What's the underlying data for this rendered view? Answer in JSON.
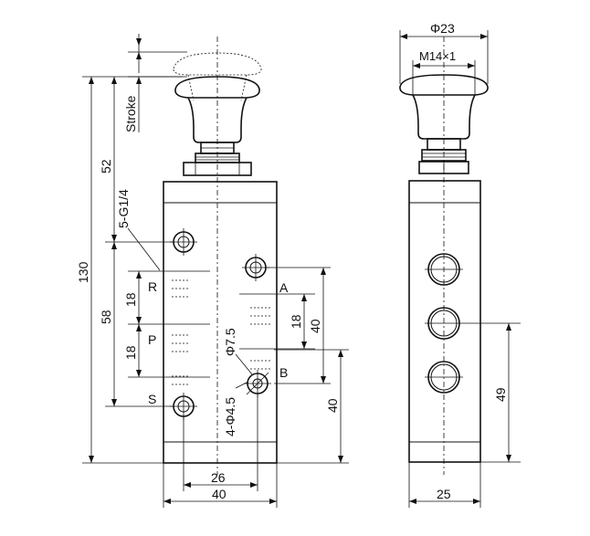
{
  "front_view": {
    "dims": {
      "stroke": "Stroke",
      "d52": "52",
      "port_thread": "5-G1/4",
      "d130": "130",
      "d58": "58",
      "d18_r": "18",
      "d18_p": "18",
      "d18_ab": "18",
      "d40_ab": "40",
      "d40_b": "40",
      "phi75": "Φ7.5",
      "holes": "4-Φ4.5",
      "d26": "26",
      "d40_w": "40"
    },
    "ports": {
      "r": "R",
      "p": "P",
      "s": "S",
      "a": "A",
      "b": "B"
    }
  },
  "side_view": {
    "dims": {
      "phi23": "Φ23",
      "m14": "M14×1",
      "d49": "49",
      "d25": "25"
    }
  }
}
